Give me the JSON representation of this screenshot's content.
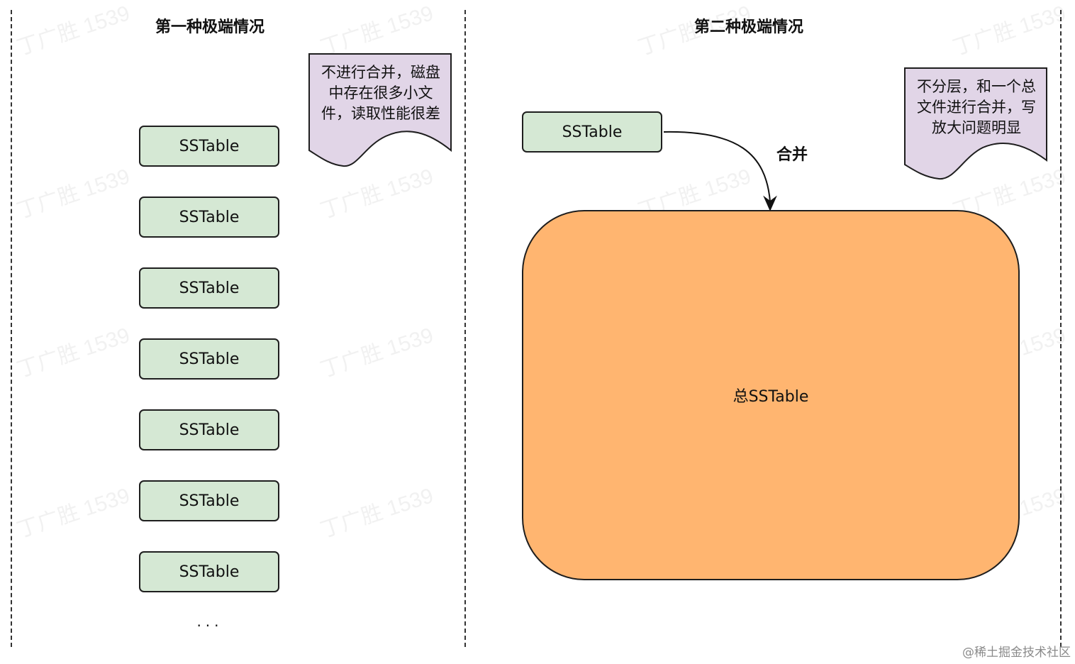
{
  "left": {
    "title": "第一种极端情况",
    "sstables": [
      "SSTable",
      "SSTable",
      "SSTable",
      "SSTable",
      "SSTable",
      "SSTable",
      "SSTable"
    ],
    "ellipsis": "...",
    "note_lines": [
      "不进行合并，磁盘",
      "中存在很多小文",
      "件，读取性能很差"
    ]
  },
  "right": {
    "title": "第二种极端情况",
    "sstable": "SSTable",
    "merge_label": "合并",
    "big_sstable": "总SSTable",
    "note_lines": [
      "不分层，和一个总",
      "文件进行合并，写",
      "放大问题明显"
    ]
  },
  "watermark": "丁广胜 1539",
  "credit": "@稀土掘金技术社区",
  "colors": {
    "sstable_fill": "#d5e8d4",
    "note_fill": "#e1d5e7",
    "big_box_fill": "#ffb570",
    "stroke": "#1e1e1e"
  }
}
